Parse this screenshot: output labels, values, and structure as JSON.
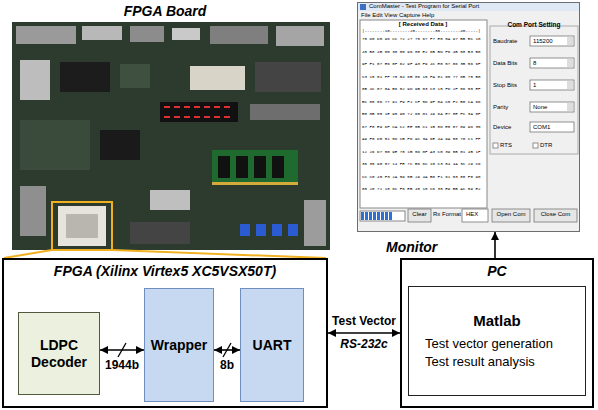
{
  "diagram": {
    "nodes": [
      {
        "text": [
          "FPGA (Xilinx Virtex5 XC5VSX50T)"
        ]
      },
      {
        "text": [
          "LDPC Decoder"
        ],
        "in": 0
      },
      {
        "text": [
          "Wrapper"
        ],
        "in": 0
      },
      {
        "text": [
          "UART"
        ],
        "in": 0
      },
      {
        "text": [
          "PC"
        ]
      },
      {
        "text": [
          "Matlab",
          "Test vector generation",
          "Test result analysis"
        ],
        "in": 4
      },
      {
        "text": [
          "Monitor"
        ]
      }
    ],
    "edges": [
      {
        "from": 1,
        "to": 2,
        "arrow": "both",
        "label": "1944b"
      },
      {
        "from": 2,
        "to": 3,
        "arrow": "both",
        "label": "8b"
      },
      {
        "from": 0,
        "to": 4,
        "arrow": "both",
        "label": "Test Vector"
      },
      {
        "from": 4,
        "to": 6,
        "arrow": "to"
      }
    ],
    "labels": [
      "FPGA Board",
      "RS-232c",
      "ComMaster - Test Program for Serial Port",
      "File Edit View Capture Help",
      "[ Received Data ]",
      "|--------10--------20--------30--------40-----|",
      "75 D0 D0 96 CC 72 27 75 67 F7 E5 5A 97 BB BC 10",
      "48 B0 4B 00 38 05 96 08 E2 6B BD F6 4B 58 B3 B5",
      "9F F1 07 E6 8F 62 9F A3 F9 4C E0 57 06 3B 56 6F",
      "C3 15 81 FF 78 04 6B 06 15 FA 81 00 77 0B 75 B0",
      "0B 4C 07 8A B6 82 9D 9B 03 C3 15 FD 2F 56 50 EF",
      "BC 08 56 77 91 F9 F2 CF 5D 9F 0A C0 F2 B0 CA 66",
      "B8 0B 55 1E 95 90 72 60 01 49 6A E7 8E FC 3A 0F",
      "67 F8 E9 DF CA C2 EE 5B C1 1B 8D E8 87 09 9D 35",
      "A9 F0 D0 51 8D CB F6 9C 3A 6E 4A 9A 58 70 C1 FF",
      "12 26 D7 50 9E 78 1B 5D 0F A3 C0 39 5B 01 4B 1F",
      "36 38 90 57 14 FE 7C B6 6C 10 C3 84 4A 3C 29 C6",
      "CC C0 45 F3 2A 59 5B 29 4A B0 F1 61 03 88 F8 90",
      "85 20 72 18 6C F6 EB 45 10 C6 35 E9 BB AC 59 E2",
      "Com Port Setting",
      "Baudrate",
      "115200",
      "Data Bits",
      "8",
      "Stop Bits",
      "1",
      "Parity",
      "None",
      "Device",
      "COM1",
      "RTS",
      "DTR",
      "Clear",
      "Rx Format",
      "HEX",
      "Open Com",
      "Close Com"
    ]
  }
}
